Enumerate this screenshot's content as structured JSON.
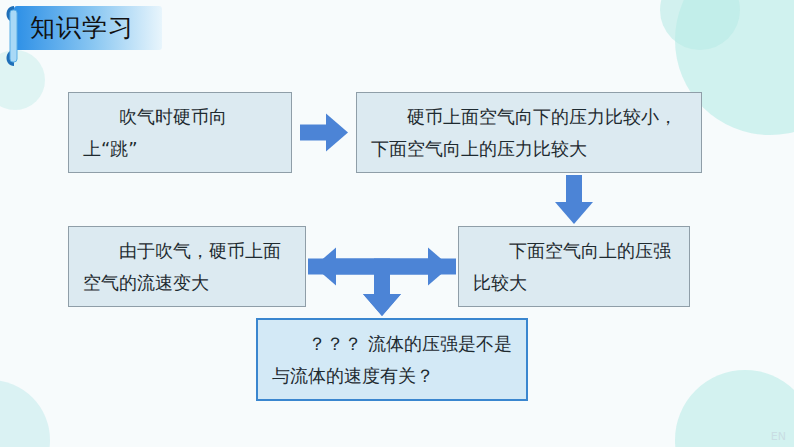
{
  "diagram": {
    "title": "知识学习",
    "nodes": [
      {
        "text": [
          "吹气时硬币向上“跳”"
        ]
      },
      {
        "text": [
          "硬币上面空气向下的压力比较小，下面空气向上的压力比较大"
        ]
      },
      {
        "text": [
          "由于吹气，硬币上面空气的流速变大"
        ]
      },
      {
        "text": [
          "下面空气向上的压强比较大"
        ]
      },
      {
        "text": [
          "？？？ 流体的压强是不是与流体的速度有关？"
        ]
      }
    ],
    "edges": [
      {
        "from": 0,
        "to": 1,
        "arrow": "to"
      },
      {
        "from": 1,
        "to": 3,
        "arrow": "to"
      },
      {
        "from": 2,
        "to": 3,
        "arrow": "both"
      },
      {
        "from": 2,
        "to": 4,
        "arrow": "to"
      },
      {
        "from": 3,
        "to": 4,
        "arrow": "to"
      }
    ],
    "labels": [
      "EN"
    ]
  }
}
